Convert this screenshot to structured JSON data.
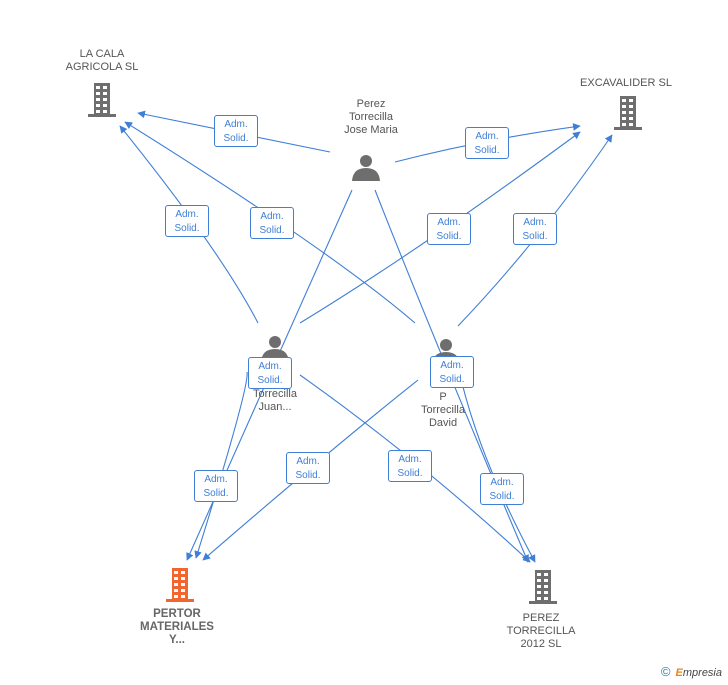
{
  "nodes": {
    "la_cala": {
      "label_lines": [
        "LA CALA",
        "AGRICOLA SL"
      ],
      "kind": "company",
      "color": "#6e6e6e"
    },
    "excavalider": {
      "label_lines": [
        "EXCAVALIDER SL"
      ],
      "kind": "company",
      "color": "#6e6e6e"
    },
    "jose_maria": {
      "label_lines": [
        "Perez",
        "Torrecilla",
        "Jose Maria"
      ],
      "kind": "person",
      "color": "#6e6e6e"
    },
    "juan": {
      "label_lines": [
        "Torrecilla",
        "Juan..."
      ],
      "kind": "person",
      "color": "#6e6e6e"
    },
    "david": {
      "label_lines": [
        "P",
        "Torrecilla",
        "David"
      ],
      "kind": "person",
      "color": "#6e6e6e"
    },
    "pertor": {
      "label_lines": [
        "PERTOR",
        "MATERIALES",
        "Y..."
      ],
      "kind": "company",
      "color": "#f2652f"
    },
    "perez_2012": {
      "label_lines": [
        "PEREZ",
        "TORRECILLA",
        "2012 SL"
      ],
      "kind": "company",
      "color": "#6e6e6e"
    }
  },
  "relation_label": [
    "Adm.",
    "Solid."
  ],
  "edges": [
    {
      "from": "jose_maria",
      "to": "la_cala",
      "label": [
        "Adm.",
        "Solid."
      ]
    },
    {
      "from": "jose_maria",
      "to": "excavalider",
      "label": [
        "Adm.",
        "Solid."
      ]
    },
    {
      "from": "juan",
      "to": "la_cala",
      "label": [
        "Adm.",
        "Solid."
      ]
    },
    {
      "from": "david",
      "to": "la_cala",
      "label": [
        "Adm.",
        "Solid."
      ]
    },
    {
      "from": "juan",
      "to": "excavalider",
      "label": [
        "Adm.",
        "Solid."
      ]
    },
    {
      "from": "david",
      "to": "excavalider",
      "label": [
        "Adm.",
        "Solid."
      ]
    },
    {
      "from": "jose_maria",
      "to": "pertor",
      "label": [
        "Adm.",
        "Solid."
      ]
    },
    {
      "from": "jose_maria",
      "to": "perez_2012",
      "label": [
        "Adm.",
        "Solid."
      ]
    },
    {
      "from": "juan",
      "to": "pertor",
      "label": [
        "Adm.",
        "Solid."
      ]
    },
    {
      "from": "david",
      "to": "pertor",
      "label": [
        "Adm.",
        "Solid."
      ]
    },
    {
      "from": "juan",
      "to": "perez_2012",
      "label": [
        "Adm.",
        "Solid."
      ]
    },
    {
      "from": "david",
      "to": "perez_2012",
      "label": [
        "Adm.",
        "Solid."
      ]
    }
  ],
  "footer": {
    "copyright": "©",
    "brand_initial": "E",
    "brand_rest": "mpresia"
  },
  "colors": {
    "edge": "#3f7fd6",
    "node_gray": "#6e6e6e",
    "node_highlight": "#f2652f"
  }
}
